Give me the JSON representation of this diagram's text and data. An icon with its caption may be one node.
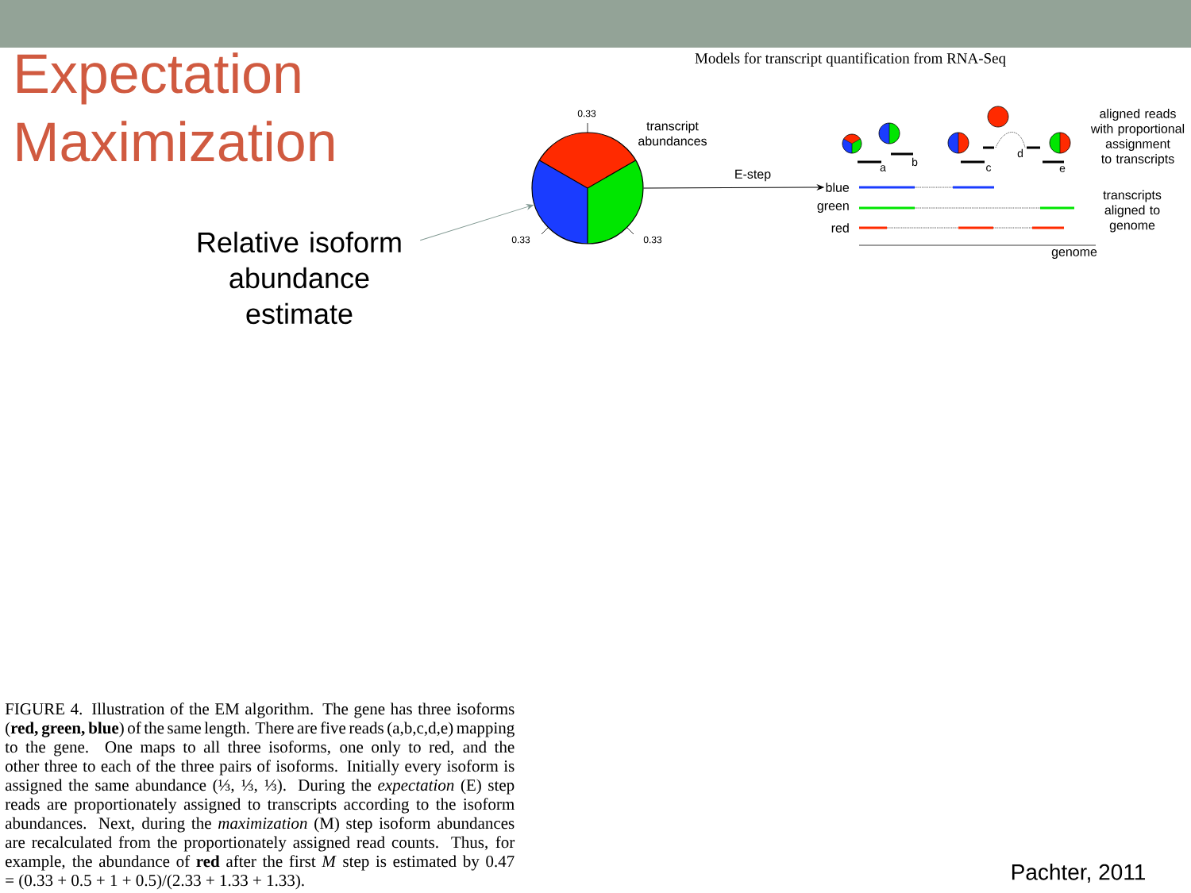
{
  "diagram": {
    "title": "Expectation Maximization",
    "caption": "FIGURE 4. Illustration of the EM algorithm. The gene has three isoforms (**red, green, blue**) of the same length. There are five reads (a,b,c,d,e) mapping to the gene. One maps to all three isoforms, one only to red, and the other three to each of the three pairs of isoforms. Initially every isoform is assigned the same abundance (⅓, ⅓, ⅓). During the *expectation* (E) step reads are proportionately assigned to transcripts according to the isoform abundances. Next, during the *maximization* (M) step isoform abundances are recalculated from the proportionately assigned read counts. Thus, for example, the abundance of **red** after the first *M* step is estimated by 0.47 = (0.33 + 0.5 + 1 + 0.5)/(2.33 + 1.33 + 1.33).",
    "nodes": [
      {
        "text": [
          "Relative isoform abundance estimate"
        ]
      },
      {
        "text": [],
        "shape": "circle",
        "beside": [
          "0.33",
          "transcript abundances",
          "0.33",
          "0.33"
        ]
      },
      {
        "text": [
          "blue"
        ]
      }
    ],
    "edges": [
      {
        "from": 0,
        "to": 1,
        "arrow": "to",
        "color": "#7f9790"
      },
      {
        "from": 1,
        "to": 2,
        "arrow": "to",
        "label": "E-step",
        "color": "#000000"
      }
    ],
    "labels": [
      "Models for transcript quantification from RNA-Seq",
      "aligned reads with proportional assignment to transcripts",
      "a",
      "b",
      "c",
      "d",
      "e",
      "transcripts aligned to genome",
      "green",
      "red",
      "genome",
      "Pachter, 2011"
    ]
  }
}
